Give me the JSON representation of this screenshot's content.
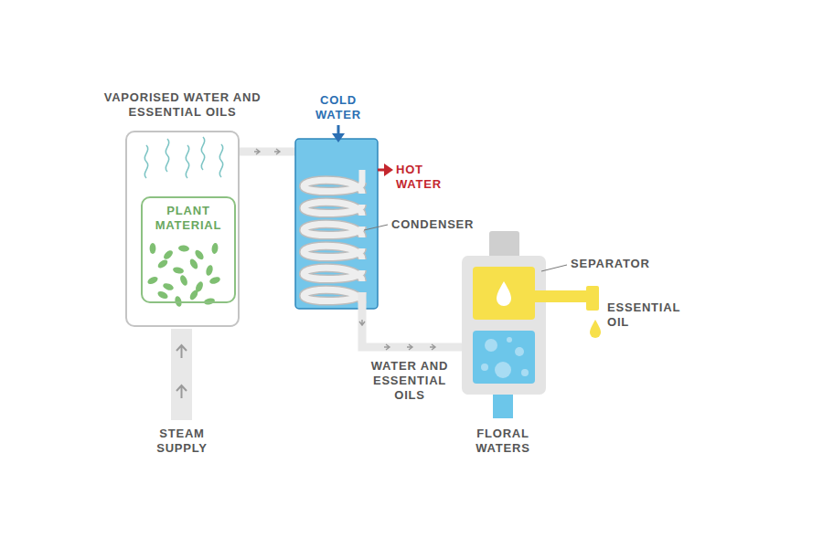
{
  "diagram": {
    "nodes": [
      {
        "text": [
          "VAPORISED WATER AND ESSENTIAL OILS"
        ]
      },
      {
        "text": [
          "PLANT MATERIAL"
        ],
        "in": 0
      }
    ],
    "labels": [
      "COLD WATER",
      "HOT WATER",
      "CONDENSER",
      "SEPARATOR",
      "ESSENTIAL OIL",
      "WATER AND ESSENTIAL OILS",
      "STEAM SUPPLY",
      "FLORAL WATERS"
    ]
  }
}
